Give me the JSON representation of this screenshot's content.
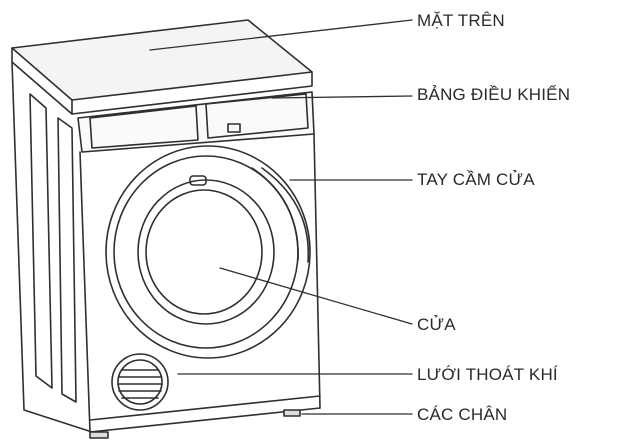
{
  "labels": {
    "top_surface": "MẶT TRÊN",
    "control_panel": "BẢNG ĐIỀU KHIỂN",
    "door_handle": "TAY CẦM CỬA",
    "door": "CỬA",
    "vent_grille": "LƯỚI THOÁT KHÍ",
    "feet": "CÁC CHÂN"
  },
  "colors": {
    "line": "#2f2f2f",
    "panel_fill": "#f2f2f2",
    "label_text": "#2a2a2a"
  }
}
